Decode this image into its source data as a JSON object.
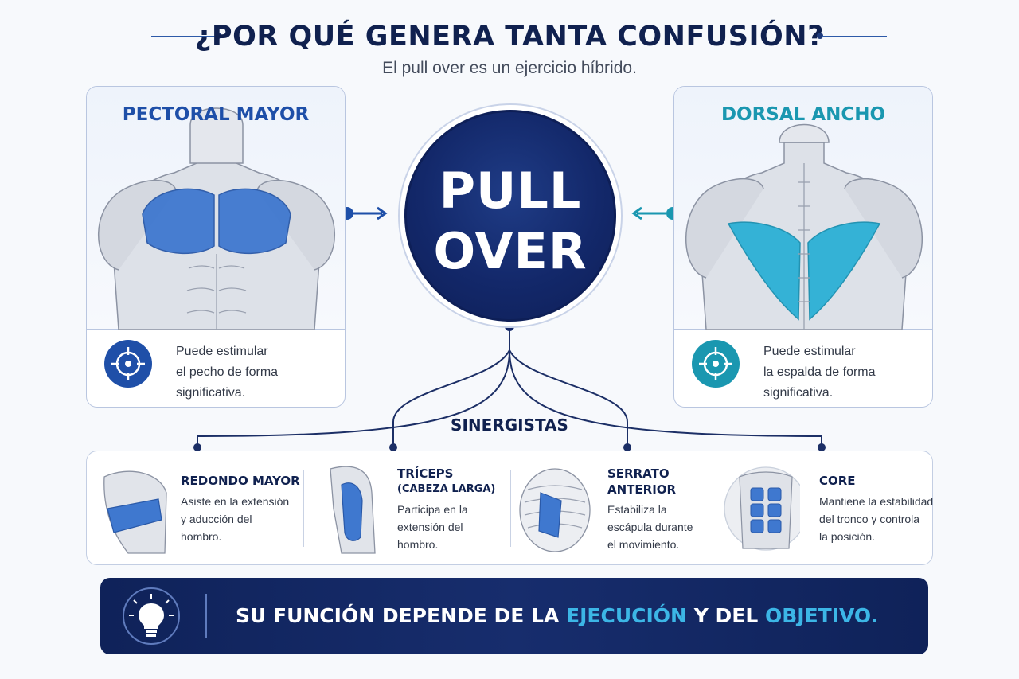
{
  "header": {
    "title": "¿POR QUÉ GENERA TANTA CONFUSIÓN?",
    "subtitle": "El pull over es un ejercicio híbrido."
  },
  "center": {
    "line1": "PULL",
    "line2": "OVER"
  },
  "cards": {
    "pectoral": {
      "title": "PECTORAL MAYOR",
      "text_lines": [
        "Puede estimular",
        "el pecho de forma",
        "significativa."
      ],
      "icon": "target-icon",
      "color": "#1e4fa8"
    },
    "dorsal": {
      "title": "DORSAL ANCHO",
      "text_lines": [
        "Puede estimular",
        "la espalda de forma",
        "significativa."
      ],
      "icon": "target-icon",
      "color": "#1a97b0"
    }
  },
  "synergists": {
    "title": "SINERGISTAS",
    "items": [
      {
        "name_lines": [
          "REDONDO MAYOR"
        ],
        "desc_lines": [
          "Asiste en la extensión",
          "y aducción del",
          "hombro."
        ]
      },
      {
        "name_lines": [
          "TRÍCEPS",
          "(CABEZA LARGA)"
        ],
        "desc_lines": [
          "Participa en la",
          "extensión del",
          "hombro."
        ]
      },
      {
        "name_lines": [
          "SERRATO",
          "ANTERIOR"
        ],
        "desc_lines": [
          "Estabiliza la",
          "escápula durante",
          "el movimiento."
        ]
      },
      {
        "name_lines": [
          "CORE"
        ],
        "desc_lines": [
          "Mantiene la estabilidad",
          "del tronco y controla",
          "la posición."
        ]
      }
    ]
  },
  "banner": {
    "part1": "SU FUNCIÓN DEPENDE DE LA ",
    "highlight1": "EJECUCIÓN",
    "part2": " Y DEL ",
    "highlight2": "OBJETIVO.",
    "icon": "lightbulb-icon"
  },
  "colors": {
    "navy": "#13286a",
    "pectoral_blue": "#3f78cf",
    "dorsal_teal": "#2bb0d6",
    "highlight": "#3cb6e6"
  }
}
